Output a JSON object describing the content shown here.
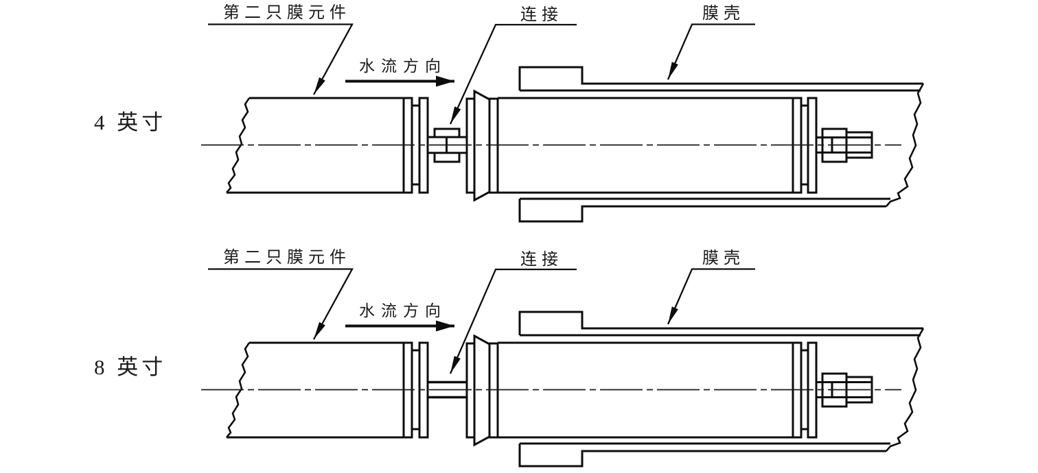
{
  "colors": {
    "line": "#0d0d0d",
    "background": "#ffffff"
  },
  "diagrams": [
    {
      "id": "4-inch",
      "size_label": "4 英寸",
      "second_element_label": "第二只膜元件",
      "flow_direction_label": "水流方向",
      "connection_label": "连接",
      "housing_label": "膜壳",
      "connector_style": "coupler-with-flanges"
    },
    {
      "id": "8-inch",
      "size_label": "8 英寸",
      "second_element_label": "第二只膜元件",
      "flow_direction_label": "水流方向",
      "connection_label": "连接",
      "housing_label": "膜壳",
      "connector_style": "plain-tube"
    }
  ]
}
